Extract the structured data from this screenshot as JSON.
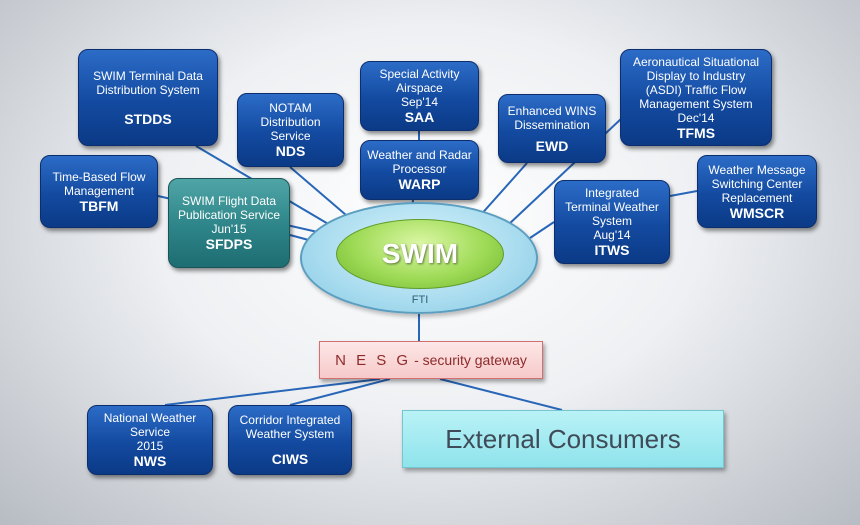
{
  "center": {
    "label": "SWIM",
    "sublabel": "FTI"
  },
  "systems": {
    "stdds": {
      "desc": "SWIM Terminal Data Distribution System",
      "abbr": "STDDS"
    },
    "nds": {
      "desc": "NOTAM Distribution Service",
      "abbr": "NDS"
    },
    "saa": {
      "desc": "Special Activity Airspace",
      "date": "Sep'14",
      "abbr": "SAA"
    },
    "warp": {
      "desc": "Weather and Radar Processor",
      "abbr": "WARP"
    },
    "ewd": {
      "desc": "Enhanced WINS Dissemination",
      "abbr": "EWD"
    },
    "tfms": {
      "desc": "Aeronautical Situational Display to Industry (ASDI) Traffic Flow Management System",
      "date": "Dec'14",
      "abbr": "TFMS"
    },
    "tbfm": {
      "desc": "Time-Based Flow Management",
      "abbr": "TBFM"
    },
    "sfdps": {
      "desc": "SWIM Flight Data Publication Service",
      "date": "Jun'15",
      "abbr": "SFDPS"
    },
    "itws": {
      "desc": "Integrated Terminal Weather System",
      "date": "Aug'14",
      "abbr": "ITWS"
    },
    "wmscr": {
      "desc": "Weather Message Switching Center Replacement",
      "abbr": "WMSCR"
    },
    "nws": {
      "desc": "National Weather Service",
      "date": "2015",
      "abbr": "NWS"
    },
    "ciws": {
      "desc": "Corridor Integrated Weather System",
      "abbr": "CIWS"
    }
  },
  "gateway": {
    "name": "N E S G",
    "suffix": "- security gateway"
  },
  "external": {
    "label": "External Consumers"
  },
  "colors": {
    "box": "#134aa0",
    "teal_box": "#2d8488",
    "swim_core": "#9fdb57",
    "swim_ring": "#a9dcef",
    "gateway": "#f7c9c9",
    "external": "#8fe3ec",
    "link": "#2866b8"
  }
}
